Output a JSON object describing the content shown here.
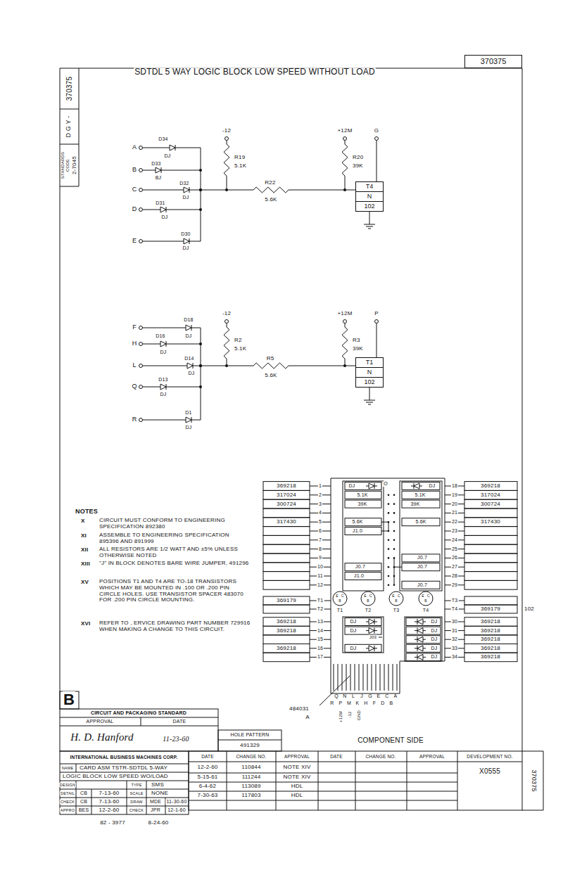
{
  "diagram": {
    "title": "SDTDL 5 WAY LOGIC BLOCK LOW SPEED WITHOUT LOAD",
    "nodes": [
      {
        "text": [
          "370375"
        ]
      },
      {
        "text": [
          "T4",
          "N",
          "102"
        ]
      },
      {
        "text": [
          "T1",
          "N",
          "102"
        ]
      }
    ],
    "labels": [
      "370375",
      "D G Y -",
      "STANDARDS CODE",
      "2-7045",
      "A",
      "D34",
      "DJ",
      "B",
      "D33",
      "BJ",
      "C",
      "D32",
      "DJ",
      "D",
      "D31",
      "DJ",
      "E",
      "D30",
      "DJ",
      "-12",
      "R19",
      "5.1K",
      "R22",
      "5.6K",
      "+12M",
      "R20",
      "39K",
      "G",
      "F",
      "D18",
      "DJ",
      "H",
      "D16",
      "DJ",
      "L",
      "D14",
      "DJ",
      "Q",
      "D13",
      "DJ",
      "R",
      "D1",
      "DJ",
      "-12",
      "R2",
      "5.1K",
      "R5",
      "5.6K",
      "+12M",
      "R3",
      "39K",
      "P",
      "NOTES",
      "X",
      "CIRCUIT MUST CONFORM TO ENGINEERING SPECIFICATION 892380",
      "XI",
      "ASSEMBLE TO ENGINEERING SPECIFICATION 895396 AND 891999",
      "XII",
      "ALL RESISTORS ARE 1/2 WATT AND ±5% UNLESS OTHERWISE NOTED",
      "XIII",
      "\"J\" IN BLOCK DENOTES BARE WIRE JUMPER, 491296",
      "XV",
      "POSITIONS T1 AND T4 ARE TO-18 TRANSISTORS WHICH MAY BE MOUNTED IN .100 OR .200 PIN CIRCLE HOLES. USE TRANSISTOR SPACER 483070 FOR .200 PIN CIRCLE MOUNTING.",
      "XVI",
      "REFER TO , ERVICE DRAWING PART NUMBER 729916 WHEN MAKING A CHANGE TO THIS CIRCUIT.",
      "1",
      "369218",
      "2",
      "317024",
      "3",
      "300724",
      "4",
      "5",
      "317430",
      "6",
      "7",
      "8",
      "9",
      "10",
      "11",
      "12",
      "T1",
      "369179",
      "T2",
      "13",
      "369218",
      "14",
      "369218",
      "15",
      "16",
      "369218",
      "17",
      "18",
      "369218",
      "19",
      "317024",
      "20",
      "300724",
      "21",
      "22",
      "317430",
      "23",
      "24",
      "25",
      "26",
      "27",
      "28",
      "29",
      "T3",
      "T4",
      "369179",
      "102",
      "30",
      "369218",
      "31",
      "369218",
      "32",
      "369218",
      "33",
      "369218",
      "34",
      "369218",
      "O",
      "DJ",
      "5.1K",
      "39K",
      "5.6K",
      "J1.0",
      "J0.7",
      "J1.0",
      "DJ",
      "5.1K",
      "39K",
      "5.6K",
      "J0.7",
      "J0.7",
      "J0.7",
      "E",
      "C",
      "B",
      "E",
      "C",
      "B",
      "E",
      "C",
      "B",
      "E",
      "C",
      "B",
      "T1",
      "T2",
      "T3",
      "T4",
      "DJ",
      "DJ",
      "J03",
      "DJ",
      "DJ",
      "DJ",
      "DJ",
      "DJ",
      "DJ",
      "Q",
      "N",
      "L",
      "J",
      "G",
      "E",
      "C",
      "A",
      "R",
      "P",
      "M",
      "K",
      "H",
      "F",
      "D",
      "B",
      "+12M",
      "-12",
      "GND",
      "484031",
      "A",
      "COMPONENT SIDE",
      "B",
      "CIRCUIT AND PACKAGING STANDARD",
      "APPROVAL",
      "DATE",
      "H. D. Hanford",
      "11-23-60",
      "HOLE PATTERN",
      "491329",
      "INTERNATIONAL BUSINESS MACHINES CORP.",
      "DATE",
      "CHANGE NO.",
      "APPROVAL",
      "DATE",
      "CHANGE NO.",
      "APPROVAL",
      "DEVELOPMENT NO.",
      "12-2-60",
      "110844",
      "NOTE XIV",
      "5-15-61",
      "111244",
      "NOTE XIV",
      "6-4-62",
      "113089",
      "HDL",
      "7-30-63",
      "117803",
      "HDL",
      "X0555",
      "NAME",
      "CARD ASM TSTR-SDTDL 5-WAY",
      "LOGIC BLOCK LOW SPEED WO/LOAD",
      "DESIGN",
      "TYPE",
      "SMS",
      "DETAIL",
      "CB",
      "7-13-60",
      "SCALE",
      "NONE",
      "CHECK",
      "CB",
      "7-13-60",
      "DRAW",
      "MDE",
      "11-30-60",
      "APPRO",
      "BES",
      "12-2-60",
      "CHECK",
      "JPR",
      "12-1-60",
      "82 - 3977",
      "8-24-60",
      "370375"
    ]
  }
}
